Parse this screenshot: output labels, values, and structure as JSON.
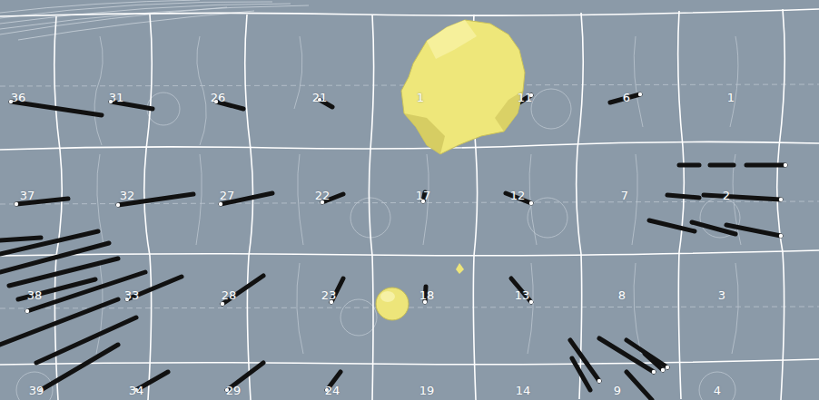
{
  "diagram": {
    "labels": [
      "36",
      "31",
      "26",
      "21",
      "1",
      "11",
      "6",
      "1",
      "37",
      "32",
      "27",
      "22",
      "17",
      "12",
      "7",
      "2",
      "38",
      "33",
      "28",
      "23",
      "18",
      "13",
      "8",
      "3",
      "39",
      "34",
      "29",
      "24",
      "19",
      "14",
      "9",
      "4"
    ]
  }
}
